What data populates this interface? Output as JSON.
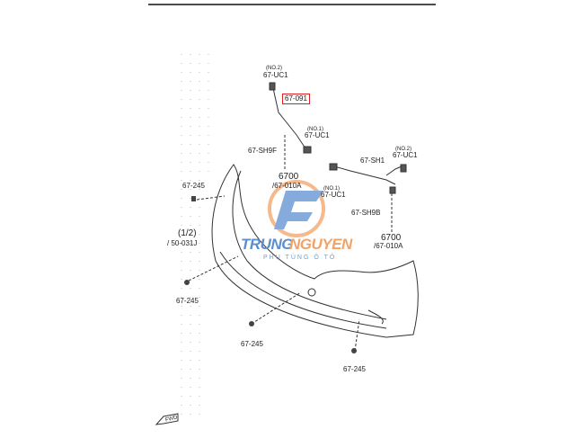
{
  "labels": {
    "uc1_no2_top": {
      "note": "(NO.2)",
      "code": "67-UC1"
    },
    "highlight": "67-091",
    "uc1_no1_a": {
      "note": "(NO.1)",
      "code": "67-UC1"
    },
    "sh9f": "67-SH9F",
    "part6700_a": {
      "code": "6700",
      "sub": "/67-010A"
    },
    "sh1": "67-SH1",
    "uc1_no2_right": {
      "note": "(NO.2)",
      "code": "67-UC1"
    },
    "uc1_no1_b": {
      "note": "(NO.1)",
      "code": "67-UC1"
    },
    "sh9b": "67-SH9B",
    "part6700_b": {
      "code": "6700",
      "sub": "/67-010A"
    },
    "ref_half": {
      "code": "(1/2)",
      "sub": "/ 50-031J"
    },
    "clip_1": "67-245",
    "clip_2": "67-245",
    "clip_3": "67-245",
    "clip_4": "67-245",
    "fwd": "FWD"
  },
  "watermark": {
    "brand_a": "TRUNG",
    "brand_b": "NGUYEN",
    "tagline": "PHỤ TÙNG Ô TÔ",
    "colors": {
      "blue": "#5b8fd0",
      "orange": "#f3a266"
    }
  },
  "highlight_color": "#e02020"
}
